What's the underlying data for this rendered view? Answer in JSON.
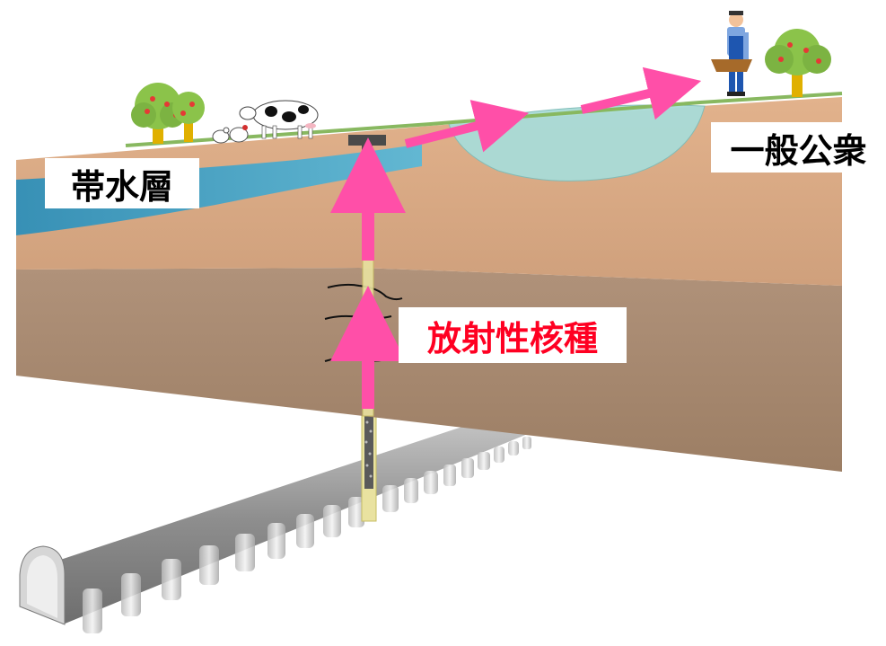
{
  "labels": {
    "aquifer": "帯水層",
    "radionuclide": "放射性核種",
    "public": "一般公衆"
  },
  "colors": {
    "arrow": "#ff4fa8",
    "radionuclide_text": "#ff0022",
    "aquifer_water": "#3fa0c6",
    "soil_upper": "#d9a983",
    "soil_lower": "#a98a6e",
    "tunnel": "#9a9a9a"
  },
  "icons": [
    "tree-icon",
    "cow-icon",
    "chicken-icon",
    "farmer-icon"
  ]
}
